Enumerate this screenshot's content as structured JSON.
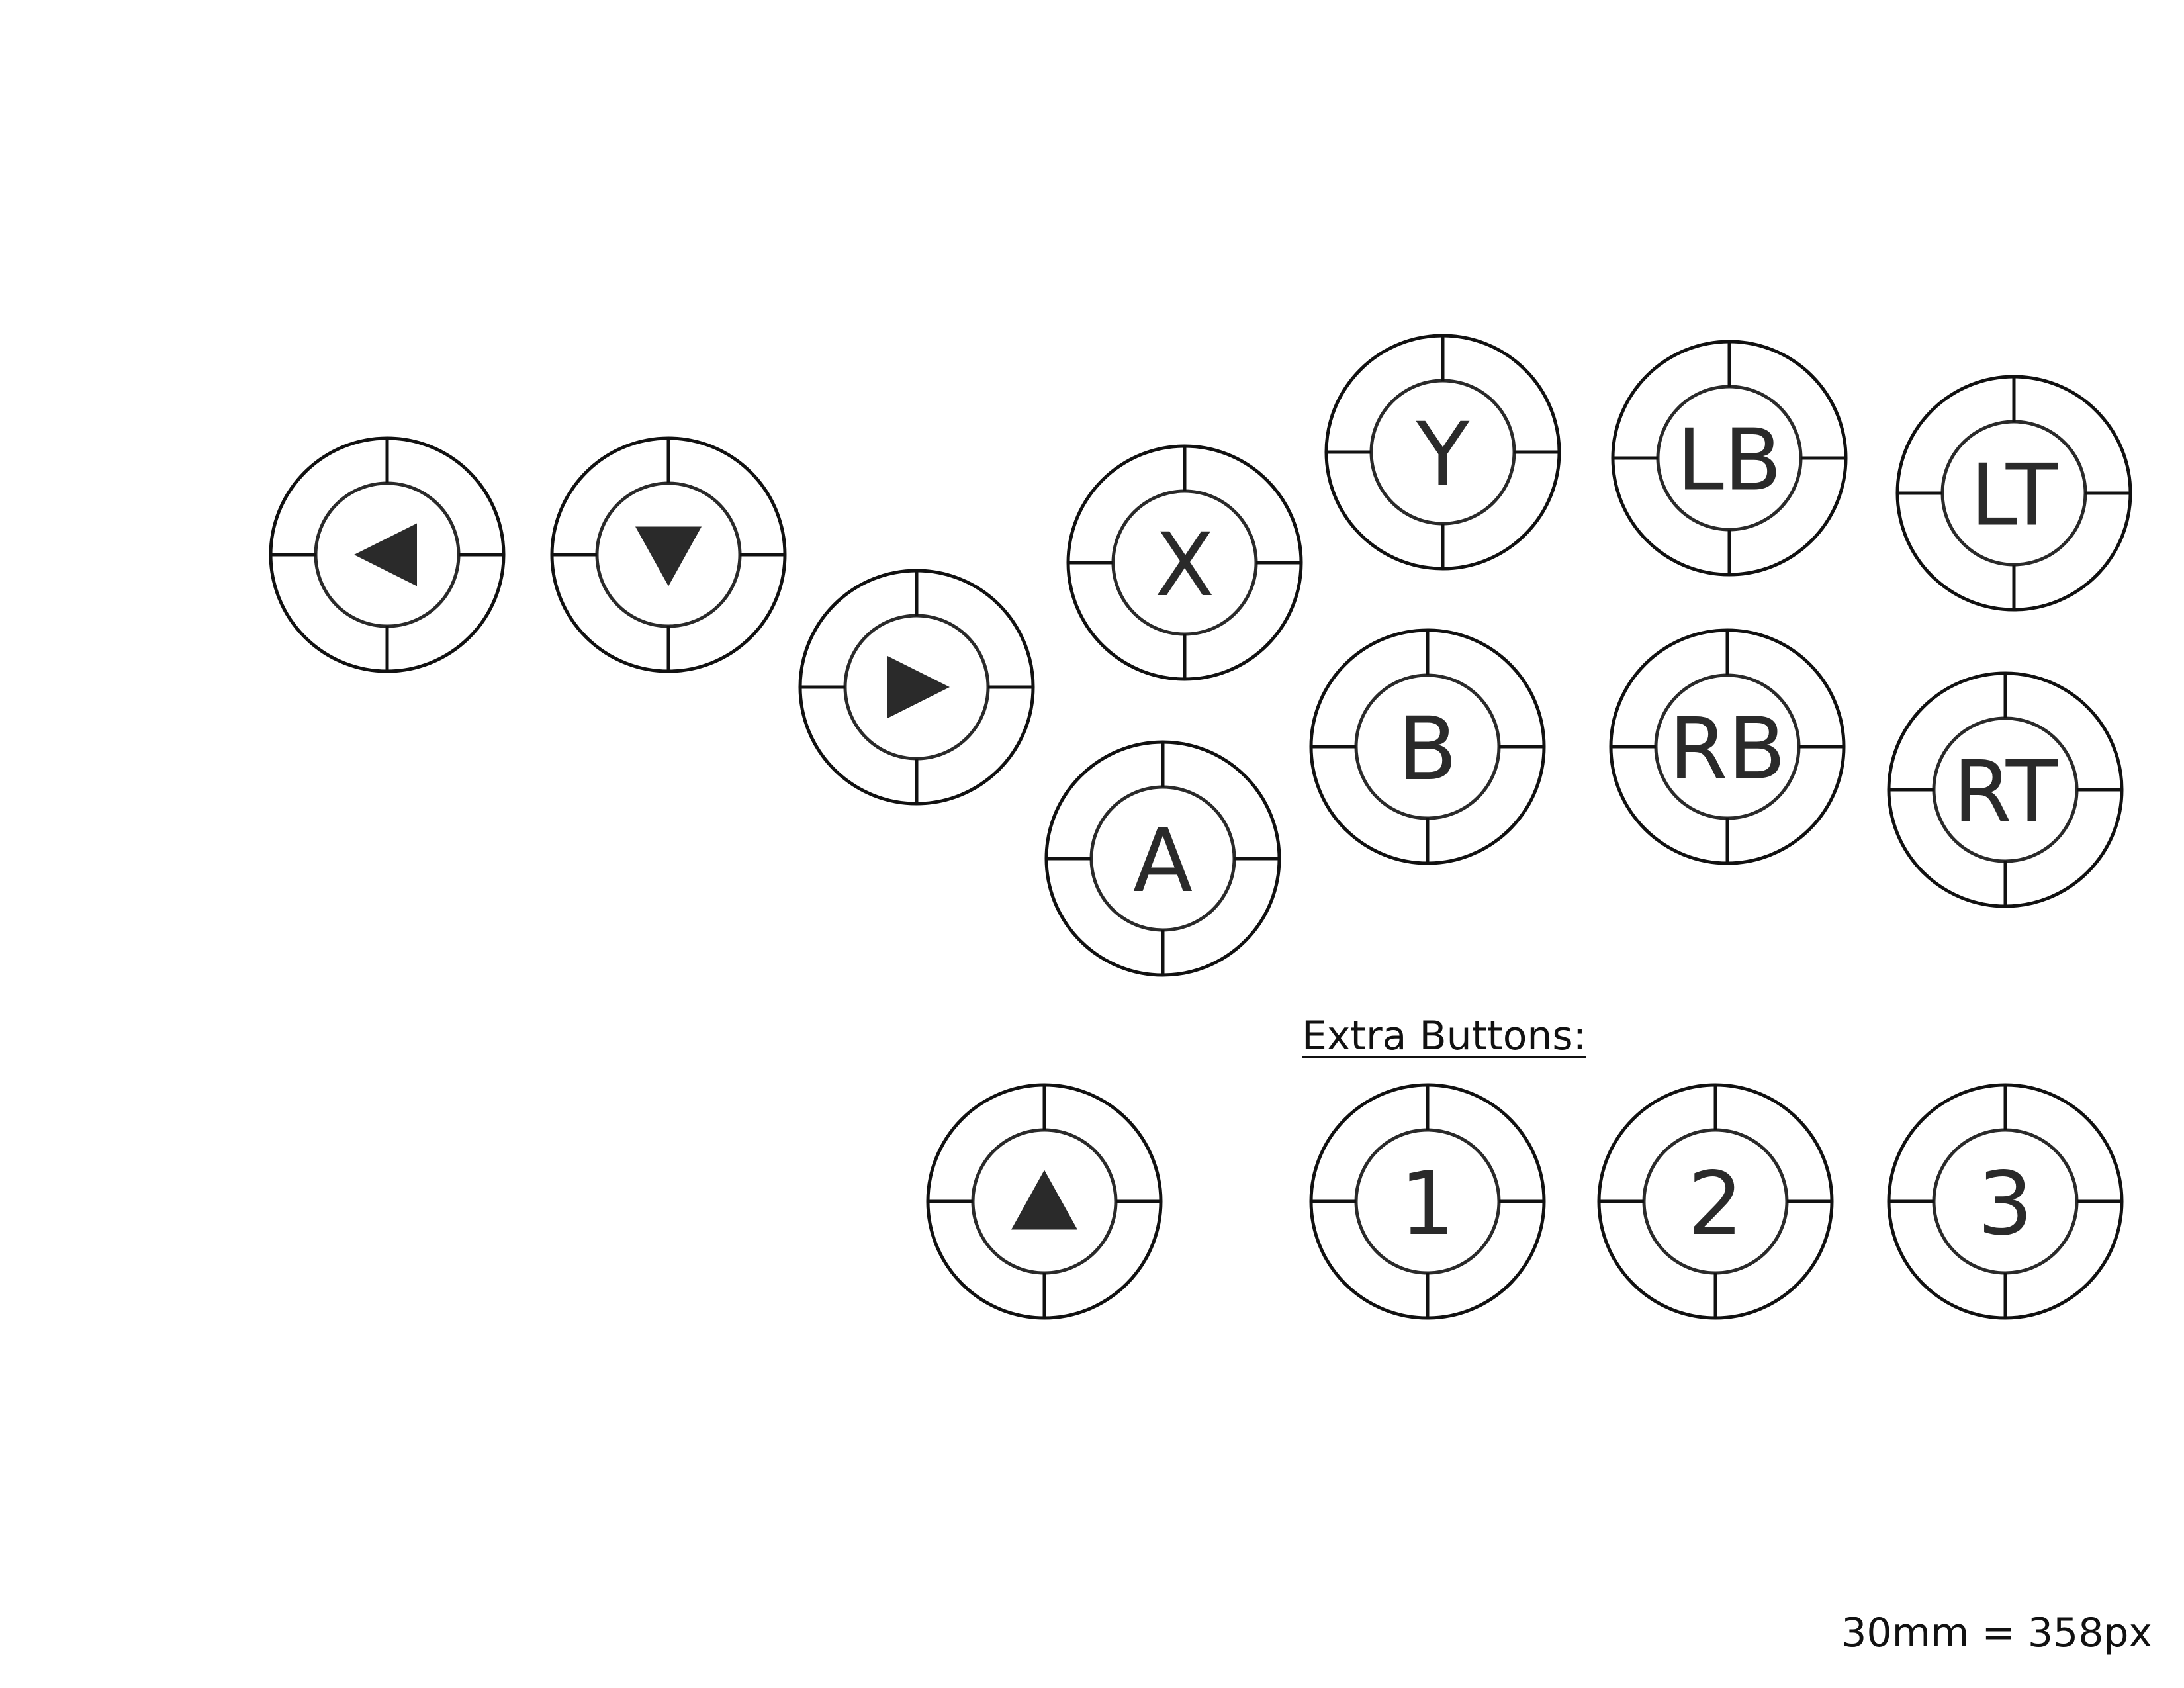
{
  "colors": {
    "background": "#ffffff",
    "stroke": "#111111",
    "glyph": "#2a2a2a"
  },
  "buttons": [
    {
      "id": "left",
      "icon": "triangle-left-icon",
      "label": ""
    },
    {
      "id": "down",
      "icon": "triangle-down-icon",
      "label": ""
    },
    {
      "id": "right",
      "icon": "triangle-right-icon",
      "label": ""
    },
    {
      "id": "x",
      "icon": "",
      "label": "X"
    },
    {
      "id": "a",
      "icon": "",
      "label": "A"
    },
    {
      "id": "y",
      "icon": "",
      "label": "Y"
    },
    {
      "id": "b",
      "icon": "",
      "label": "B"
    },
    {
      "id": "lb",
      "icon": "",
      "label": "LB"
    },
    {
      "id": "rb",
      "icon": "",
      "label": "RB"
    },
    {
      "id": "lt",
      "icon": "",
      "label": "LT"
    },
    {
      "id": "rt",
      "icon": "",
      "label": "RT"
    },
    {
      "id": "up",
      "icon": "triangle-up-icon",
      "label": ""
    },
    {
      "id": "extra-1",
      "icon": "",
      "label": "1"
    },
    {
      "id": "extra-2",
      "icon": "",
      "label": "2"
    },
    {
      "id": "extra-3",
      "icon": "",
      "label": "3"
    }
  ],
  "extra_section": {
    "heading": "Extra Buttons:"
  },
  "scale_note": "30mm = 358px"
}
